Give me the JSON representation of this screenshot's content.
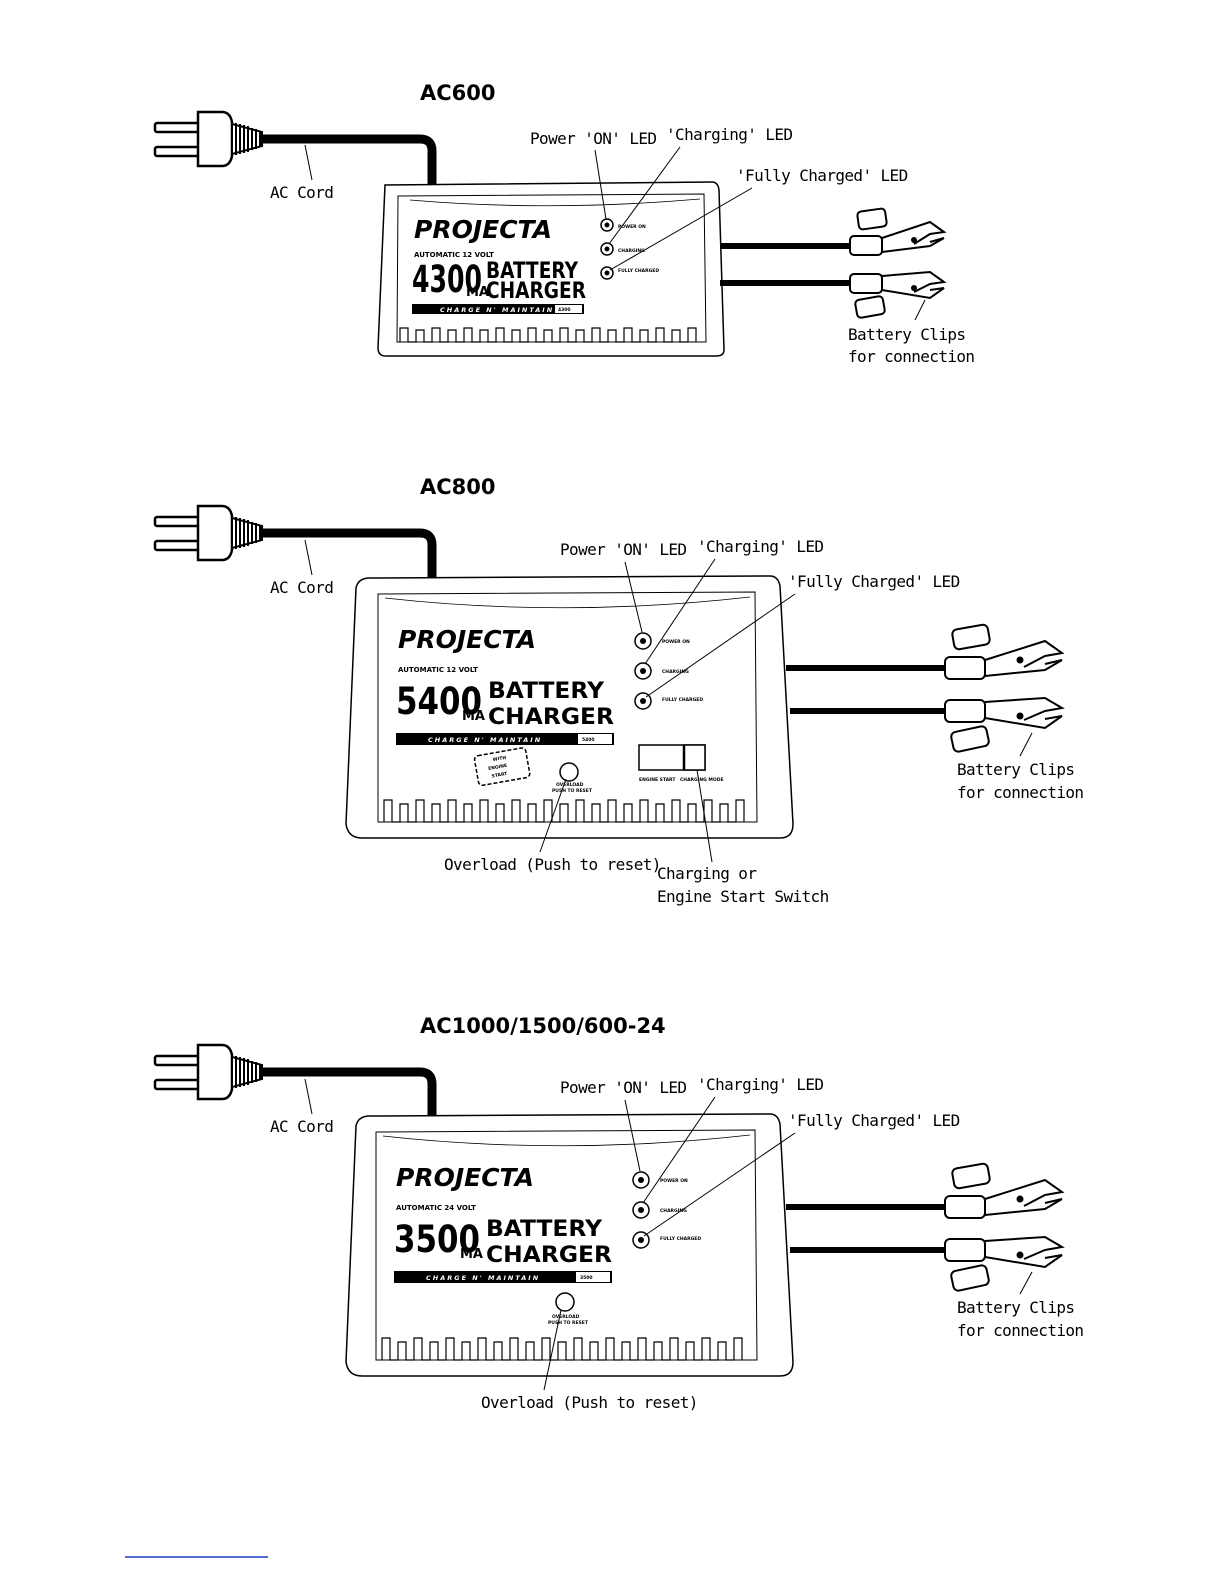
{
  "diagrams": [
    {
      "model": "AC600",
      "brand": "PROJECTA",
      "subtitle": "AUTOMATIC 12 VOLT",
      "capacity": "4300",
      "unit": "MA",
      "word1": "BATTERY",
      "word2": "CHARGER",
      "strip": "CHARGE N' MAINTAIN",
      "strip_num": "4300",
      "led_labels": [
        "POWER ON",
        "CHARGING",
        "FULLY CHARGED"
      ],
      "callouts": {
        "ac_cord": "AC Cord",
        "power_led": "Power 'ON' LED",
        "charging_led": "'Charging' LED",
        "fully_led": "'Fully Charged' LED",
        "clips_1": "Battery Clips",
        "clips_2": "for connection"
      }
    },
    {
      "model": "AC800",
      "brand": "PROJECTA",
      "subtitle": "AUTOMATIC 12 VOLT",
      "capacity": "5400",
      "unit": "MA",
      "word1": "BATTERY",
      "word2": "CHARGER",
      "strip": "CHARGE N' MAINTAIN",
      "strip_num": "5400",
      "led_labels": [
        "POWER ON",
        "CHARGING",
        "FULLY CHARGED"
      ],
      "badge": [
        "WITH",
        "ENGINE",
        "START"
      ],
      "overload_label": [
        "OVERLOAD",
        "PUSH TO RESET"
      ],
      "switch_labels": [
        "ENGINE START",
        "CHARGING MODE"
      ],
      "callouts": {
        "ac_cord": "AC Cord",
        "power_led": "Power 'ON' LED",
        "charging_led": "'Charging' LED",
        "fully_led": "'Fully Charged' LED",
        "clips_1": "Battery Clips",
        "clips_2": "for connection",
        "overload": "Overload (Push to reset)",
        "switch_1": "Charging or",
        "switch_2": "Engine Start Switch"
      }
    },
    {
      "model": "AC1000/1500/600-24",
      "brand": "PROJECTA",
      "subtitle": "AUTOMATIC 24 VOLT",
      "capacity": "3500",
      "unit": "MA",
      "word1": "BATTERY",
      "word2": "CHARGER",
      "strip": "CHARGE N' MAINTAIN",
      "strip_num": "3500",
      "led_labels": [
        "POWER ON",
        "CHARGING",
        "FULLY CHARGED"
      ],
      "overload_label": [
        "OVERLOAD",
        "PUSH TO RESET"
      ],
      "callouts": {
        "ac_cord": "AC Cord",
        "power_led": "Power 'ON' LED",
        "charging_led": "'Charging' LED",
        "fully_led": "'Fully Charged' LED",
        "clips_1": "Battery Clips",
        "clips_2": "for connection",
        "overload": "Overload (Push to reset)"
      }
    }
  ]
}
